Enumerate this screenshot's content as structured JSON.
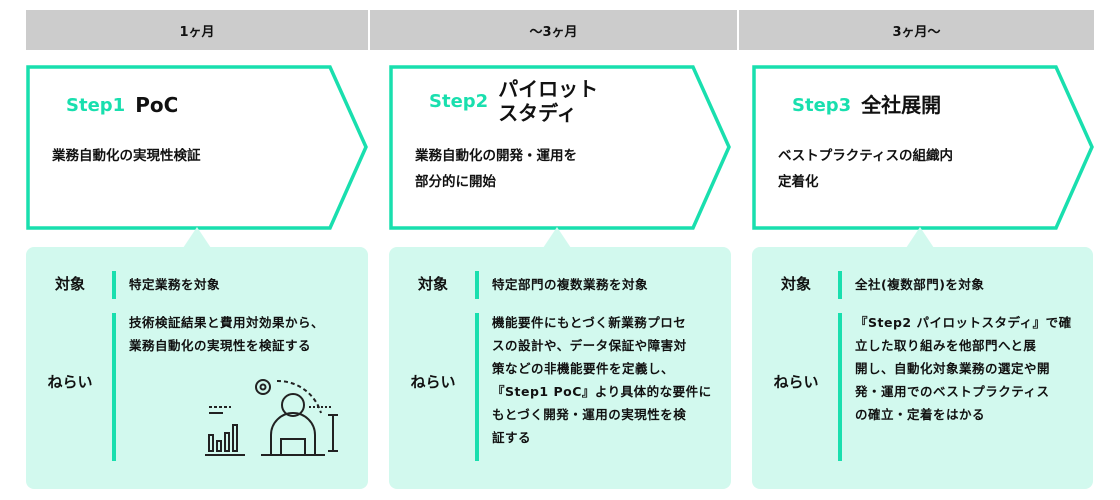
{
  "colors": {
    "accent": "#19dfae",
    "panel": "#d2f9ee",
    "header": "#cccccc"
  },
  "labels": {
    "target": "対象",
    "aim": "ねらい"
  },
  "steps": [
    {
      "period": "1ヶ月",
      "step": "Step1",
      "name": [
        "PoC"
      ],
      "desc": [
        "業務自動化の実現性検証"
      ],
      "target": "特定業務を対象",
      "aim": [
        "技術検証結果と費用対効果から、",
        "業務自動化の実現性を検証する"
      ]
    },
    {
      "period": "～3ヶ月",
      "step": "Step2",
      "name": [
        "パイロット",
        "スタディ"
      ],
      "desc": [
        "業務自動化の開発・運用を",
        "部分的に開始"
      ],
      "target": "特定部門の複数業務を対象",
      "aim": [
        "機能要件にもとづく新業務プロセ",
        "スの設計や、データ保証や障害対",
        "策などの非機能要件を定義し、",
        "『Step1 PoC』より具体的な要件に",
        "もとづく開発・運用の実現性を検",
        "証する"
      ]
    },
    {
      "period": "3ヶ月～",
      "step": "Step3",
      "name": [
        "全社展開"
      ],
      "desc": [
        "ベストプラクティスの組織内",
        "定着化"
      ],
      "target": "全社(複数部門)を対象",
      "aim": [
        "『Step2 パイロットスタディ』で確",
        "立した取り組みを他部門へと展",
        "開し、自動化対象業務の選定や開",
        "発・運用でのベストプラクティス",
        "の確立・定着をはかる"
      ]
    }
  ]
}
